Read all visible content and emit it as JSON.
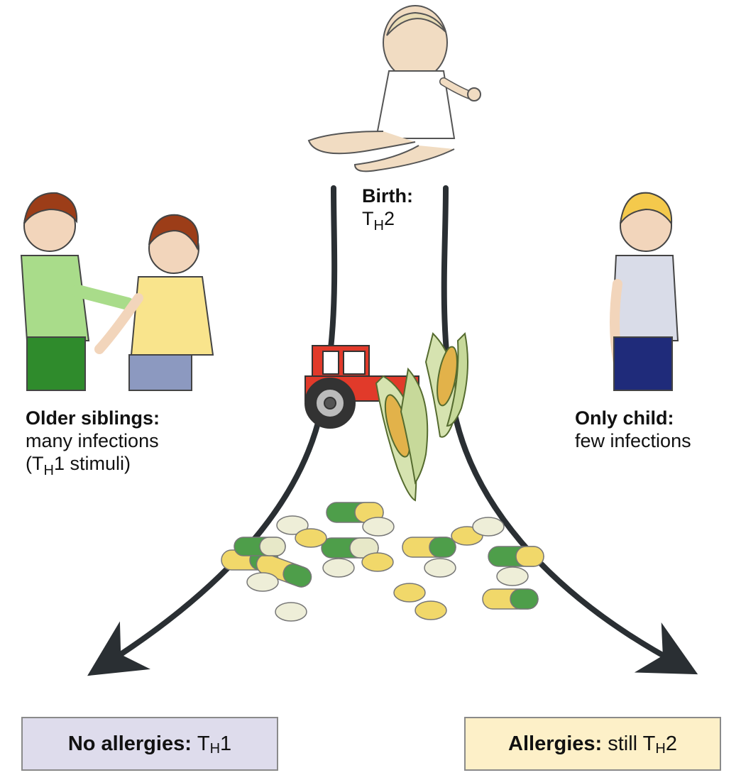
{
  "birth": {
    "heading": "Birth:",
    "t": "T",
    "sub": "H",
    "tail": "2"
  },
  "siblings": {
    "heading": "Older siblings:",
    "line1": "many infections",
    "line2_pre": "(T",
    "line2_sub": "H",
    "line2_tail": "1 stimuli)"
  },
  "only_child": {
    "heading": "Only child:",
    "line1": "few infections"
  },
  "outcome_left": {
    "bold": "No allergies:",
    "t": "T",
    "sub": "H",
    "tail": "1",
    "color": "#dedcec"
  },
  "outcome_right": {
    "bold": "Allergies:",
    "pre": "still T",
    "sub": "H",
    "tail": "2",
    "color": "#fdf0c8"
  },
  "icons": [
    "baby-illustration",
    "siblings-illustration",
    "only-child-illustration",
    "tractor-icon",
    "corn-icon",
    "pill-icon"
  ]
}
